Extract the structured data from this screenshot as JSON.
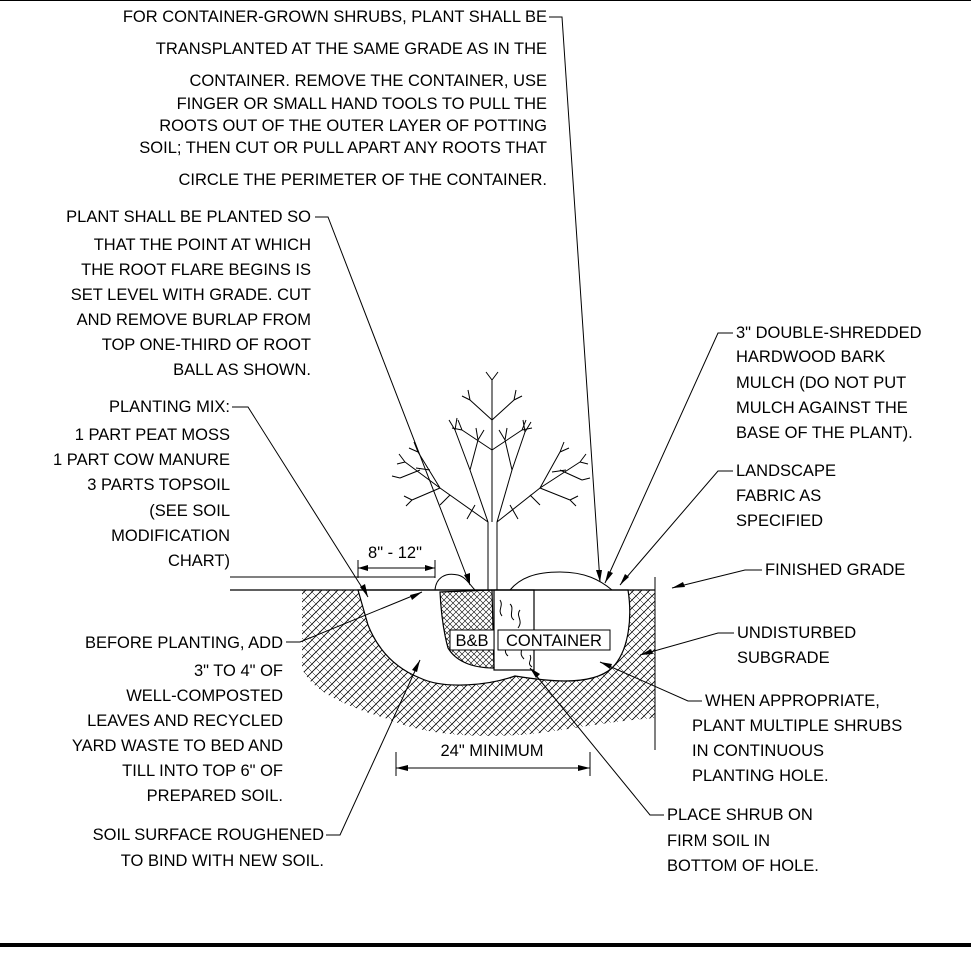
{
  "notes": {
    "container_grown": [
      "FOR CONTAINER-GROWN SHRUBS, PLANT SHALL BE",
      "TRANSPLANTED AT THE SAME GRADE AS IN THE",
      "CONTAINER.  REMOVE THE CONTAINER, USE",
      "FINGER OR SMALL HAND TOOLS TO PULL THE",
      "ROOTS OUT OF THE OUTER LAYER OF POTTING",
      "SOIL; THEN CUT OR PULL APART ANY ROOTS  THAT",
      "CIRCLE THE PERIMETER OF THE CONTAINER."
    ],
    "root_flare": [
      "PLANT SHALL BE PLANTED SO",
      "THAT THE POINT AT WHICH",
      "THE ROOT FLARE BEGINS IS",
      "SET LEVEL WITH GRADE. CUT",
      "AND REMOVE BURLAP FROM",
      "TOP ONE-THIRD OF ROOT",
      "BALL AS SHOWN."
    ],
    "planting_mix": [
      "PLANTING MIX:",
      "1 PART PEAT MOSS",
      "1 PART COW MANURE",
      "3 PARTS TOPSOIL",
      "(SEE SOIL",
      "MODIFICATION",
      "CHART)"
    ],
    "before_planting": [
      "BEFORE PLANTING, ADD",
      "3\" TO 4\" OF",
      "WELL-COMPOSTED",
      "LEAVES AND RECYCLED",
      "YARD WASTE TO BED AND",
      "TILL INTO TOP 6\" OF",
      "PREPARED SOIL."
    ],
    "soil_surface": [
      "SOIL SURFACE ROUGHENED",
      "TO BIND WITH NEW SOIL."
    ],
    "mulch": [
      "3\" DOUBLE-SHREDDED",
      "HARDWOOD BARK",
      "MULCH (DO NOT PUT",
      "MULCH AGAINST THE",
      "BASE OF THE PLANT)."
    ],
    "fabric": [
      "LANDSCAPE",
      "FABRIC AS",
      "SPECIFIED"
    ],
    "finished_grade": [
      "FINISHED GRADE"
    ],
    "undisturbed": [
      "UNDISTURBED",
      "SUBGRADE"
    ],
    "multiple": [
      "WHEN APPROPRIATE,",
      "PLANT MULTIPLE SHRUBS",
      "IN CONTINUOUS",
      "PLANTING HOLE."
    ],
    "place_shrub": [
      "PLACE SHRUB ON",
      "FIRM SOIL IN",
      "BOTTOM OF HOLE."
    ]
  },
  "labels": {
    "bb": "B&B",
    "container": "CONTAINER",
    "dim_top": "8\" - 12\"",
    "dim_bottom": "24\" MINIMUM"
  }
}
